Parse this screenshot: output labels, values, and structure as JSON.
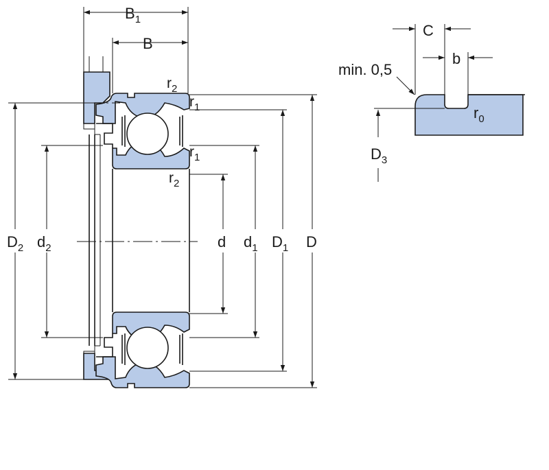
{
  "labels": {
    "B1": {
      "main": "B",
      "sub": "1"
    },
    "B": "B",
    "r2_top": {
      "main": "r",
      "sub": "2"
    },
    "r1_top": {
      "main": "r",
      "sub": "1"
    },
    "r1_mid": {
      "main": "r",
      "sub": "1"
    },
    "r2_mid": {
      "main": "r",
      "sub": "2"
    },
    "D2": {
      "main": "D",
      "sub": "2"
    },
    "d2": {
      "main": "d",
      "sub": "2"
    },
    "d": "d",
    "d1": {
      "main": "d",
      "sub": "1"
    },
    "D1": {
      "main": "D",
      "sub": "1"
    },
    "D": "D"
  },
  "detail": {
    "C": "C",
    "b": "b",
    "min": "min. 0,5",
    "r0": {
      "main": "r",
      "sub": "0"
    },
    "D3": {
      "main": "D",
      "sub": "3"
    }
  },
  "colors": {
    "fill": "#b8cbe8",
    "line": "#1a1a1a"
  }
}
